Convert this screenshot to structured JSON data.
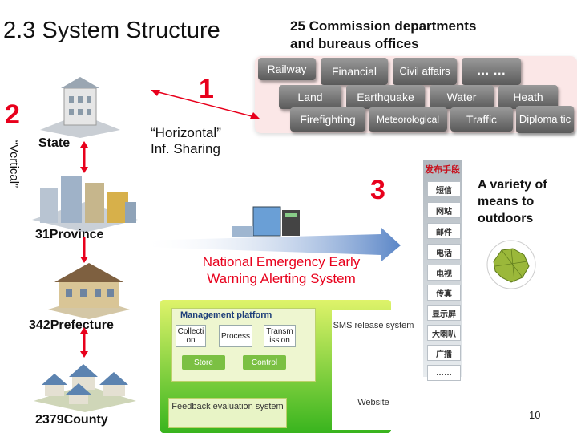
{
  "title": "2.3 System Structure",
  "commission": {
    "line1": "25 Commission departments",
    "line2": "and bureaus offices"
  },
  "departments": {
    "row1": [
      "Railway",
      "Financial",
      "Civil affairs",
      "… …"
    ],
    "row2": [
      "Land",
      "Earthquake",
      "Water",
      "Heath"
    ],
    "row3": [
      "Firefighting",
      "Meteorological",
      "Traffic",
      "Diploma tic"
    ]
  },
  "markers": {
    "one": "1",
    "two": "2",
    "three": "3"
  },
  "horizontal": {
    "line1": "“Horizontal”",
    "line2": "Inf. Sharing"
  },
  "vertical": "“Vertical”",
  "levels": {
    "state": "State",
    "province": "31Province",
    "prefecture": "342Prefecture",
    "county": "2379County"
  },
  "national_system": {
    "line1": "National Emergency Early",
    "line2": "Warning Alerting System"
  },
  "variety": "A variety of means to outdoors",
  "publish": {
    "header": "发布手段",
    "items": [
      "短信",
      "网站",
      "邮件",
      "电话",
      "电视",
      "传真",
      "显示屏",
      "大喇叭",
      "广播",
      "……"
    ]
  },
  "platform": {
    "title": "Management platform",
    "collection": "Collecti on",
    "process": "Process",
    "transmission": "Transm ission",
    "store": "Store",
    "control": "Control",
    "feedback": "Feedback evaluation system",
    "sms": "SMS release system",
    "website": "Website"
  },
  "page_number": "10",
  "colors": {
    "accent_red": "#e8001c",
    "chip_gray": "#7a7a7a",
    "panel_pink": "#fbe7e7"
  }
}
